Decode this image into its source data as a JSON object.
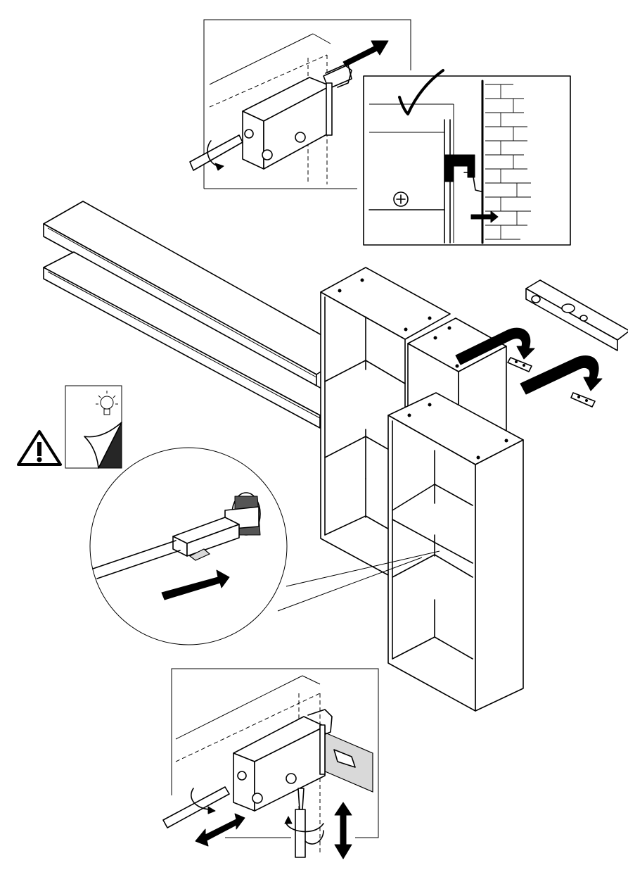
{
  "figure": {
    "kind": "assembly-instruction",
    "text_labels": []
  },
  "steps": [
    {
      "id": "top-detail",
      "icons": [
        "hanging-bracket",
        "screwdriver",
        "push-arrow"
      ]
    },
    {
      "id": "wall-check",
      "icons": [
        "checkmark",
        "wall-bricks",
        "bracket",
        "screw"
      ]
    },
    {
      "id": "mounting-rails",
      "icons": [
        "wall-rail",
        "wall-rail"
      ]
    },
    {
      "id": "cabinets",
      "icons": [
        "cabinet",
        "cabinet",
        "cabinet",
        "spirit-level",
        "rail-clip"
      ]
    },
    {
      "id": "warning",
      "icons": [
        "warning-triangle",
        "lightbulb",
        "page-corner"
      ]
    },
    {
      "id": "zoom-circle",
      "icons": [
        "slide-bracket-onto-rail",
        "push-arrow"
      ]
    },
    {
      "id": "bottom-detail",
      "icons": [
        "adjustment-screwdriver",
        "rotate-arrow",
        "horizontal-arrow",
        "vertical-arrow"
      ]
    }
  ],
  "colors": {
    "ink": "#000000",
    "paper": "#ffffff",
    "fill": "#d9d9d9"
  }
}
